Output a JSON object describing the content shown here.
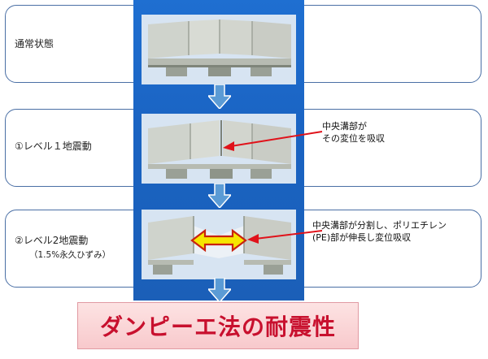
{
  "rows": [
    {
      "label": "通常状態",
      "sub": ""
    },
    {
      "label": "①レベル１地震動",
      "sub": ""
    },
    {
      "label": "②レベル2地震動",
      "sub": "（1.5%永久ひずみ）"
    }
  ],
  "notes": {
    "level1": [
      "中央溝部が",
      "その変位を吸収"
    ],
    "level2": [
      "中央溝部が分割し、ポリエチレン",
      "(PE)部が伸長し変位吸収"
    ]
  },
  "title": "ダンピーエ法の耐震性",
  "colors": {
    "panel": "#1f6fd1",
    "arrow": "#5b9bd5",
    "title_text": "#c8102e",
    "title_bg": "#f8c9cc",
    "callout_arrow": "#e0121a",
    "double_arrow": "#f6e600"
  }
}
